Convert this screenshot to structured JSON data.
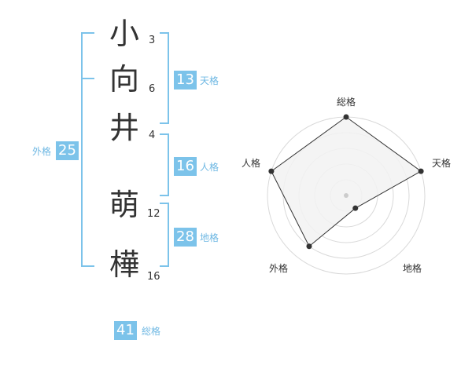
{
  "name": {
    "characters": [
      {
        "char": "小",
        "strokes": "3"
      },
      {
        "char": "向",
        "strokes": "6"
      },
      {
        "char": "井",
        "strokes": "4"
      },
      {
        "char": "萌",
        "strokes": "12"
      },
      {
        "char": "樺",
        "strokes": "16"
      }
    ]
  },
  "fortunes": {
    "tenkaku": {
      "value": "13",
      "label": "天格"
    },
    "jinkaku": {
      "value": "16",
      "label": "人格"
    },
    "chikaku": {
      "value": "28",
      "label": "地格"
    },
    "gaikaku": {
      "value": "25",
      "label": "外格"
    },
    "soukaku": {
      "value": "41",
      "label": "総格"
    }
  },
  "chart_data": {
    "type": "radar",
    "axes": [
      "総格",
      "天格",
      "地格",
      "外格",
      "人格"
    ],
    "values": [
      5,
      5,
      1,
      4,
      5
    ],
    "range": [
      0,
      5
    ],
    "rings": 5,
    "colors": {
      "fill": "#f2f2f2",
      "line": "#333333",
      "ring": "#d9d9d9",
      "point": "#333333"
    }
  },
  "colors": {
    "accent": "#7cc3ea",
    "label": "#6fb8e3"
  }
}
